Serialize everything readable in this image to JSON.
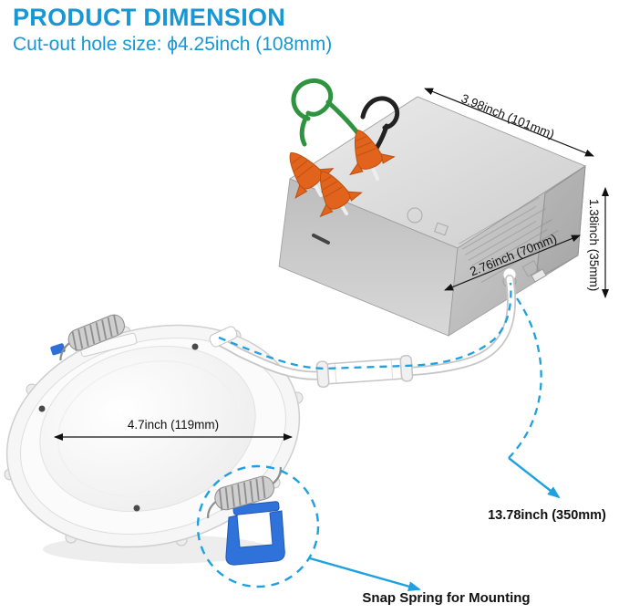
{
  "header": {
    "title": "PRODUCT DIMENSION",
    "subtitle": "Cut-out hole size: ϕ4.25inch (108mm)"
  },
  "dimensions": {
    "box_length": "3.98inch (101mm)",
    "box_height": "1.38inch (35mm)",
    "box_depth": "2.76inch (70mm)",
    "light_diameter": "4.7inch (119mm)",
    "cable_length": "13.78inch (350mm)"
  },
  "annotations": {
    "snap_spring": "Snap Spring for Mounting"
  },
  "colors": {
    "accent_blue": "#1797d5",
    "highlight_blue": "#1ea1e0",
    "wire_nut_orange": "#e2641c",
    "clip_blue": "#2e72da",
    "wire_green": "#2f9440",
    "metal_gray": "#c8c8c8"
  }
}
